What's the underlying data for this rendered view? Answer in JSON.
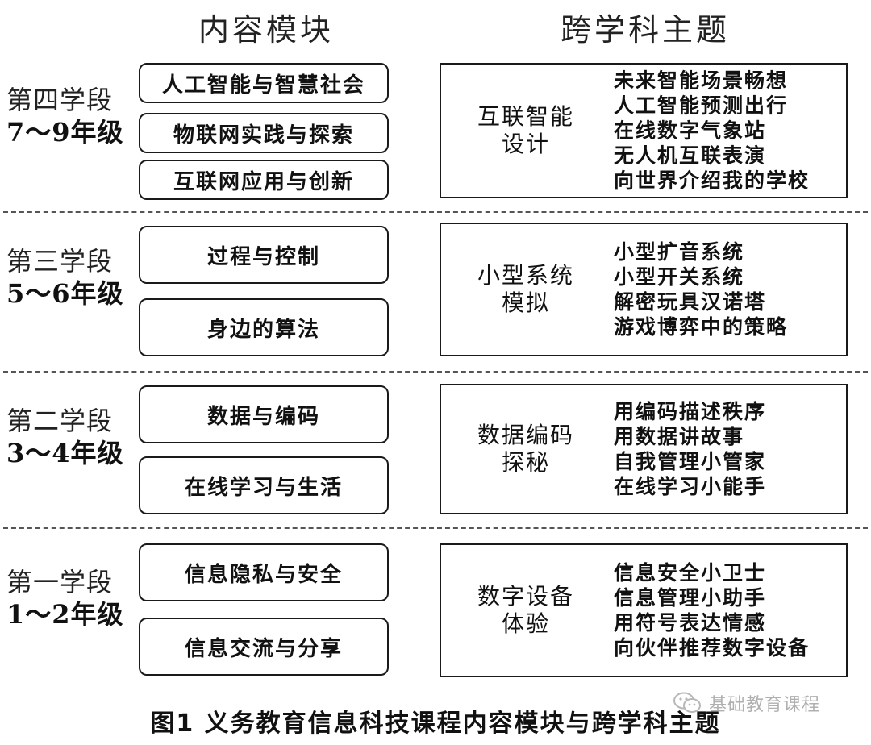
{
  "headers": {
    "modules": "内容模块",
    "themes": "跨学科主题"
  },
  "stages": [
    {
      "name": "第四学段",
      "grade": "7～9年级",
      "modules": [
        "人工智能与智慧社会",
        "物联网实践与探索",
        "互联网应用与创新"
      ],
      "theme_title": [
        "互联智能",
        "设计"
      ],
      "theme_items": [
        "未来智能场景畅想",
        "人工智能预测出行",
        "在线数字气象站",
        "无人机互联表演",
        "向世界介绍我的学校"
      ]
    },
    {
      "name": "第三学段",
      "grade": "5～6年级",
      "modules": [
        "过程与控制",
        "身边的算法"
      ],
      "theme_title": [
        "小型系统",
        "模拟"
      ],
      "theme_items": [
        "小型扩音系统",
        "小型开关系统",
        "解密玩具汉诺塔",
        "游戏博弈中的策略"
      ]
    },
    {
      "name": "第二学段",
      "grade": "3～4年级",
      "modules": [
        "数据与编码",
        "在线学习与生活"
      ],
      "theme_title": [
        "数据编码",
        "探秘"
      ],
      "theme_items": [
        "用编码描述秩序",
        "用数据讲故事",
        "自我管理小管家",
        "在线学习小能手"
      ]
    },
    {
      "name": "第一学段",
      "grade": "1～2年级",
      "modules": [
        "信息隐私与安全",
        "信息交流与分享"
      ],
      "theme_title": [
        "数字设备",
        "体验"
      ],
      "theme_items": [
        "信息安全小卫士",
        "信息管理小助手",
        "用符号表达情感",
        "向伙伴推荐数字设备"
      ]
    }
  ],
  "caption": "图1  义务教育信息科技课程内容模块与跨学科主题",
  "watermark": "基础教育课程"
}
